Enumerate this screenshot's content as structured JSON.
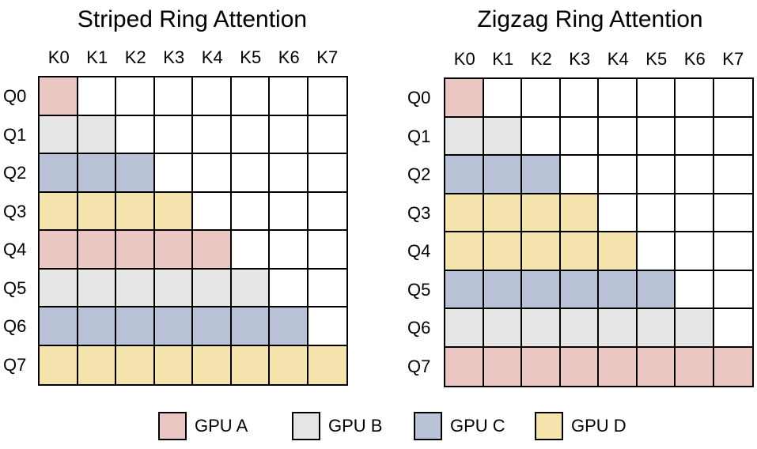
{
  "colors": {
    "A": "#ecc6c2",
    "B": "#e6e6e6",
    "C": "#b9c2d6",
    "D": "#f4e3ac",
    "empty": "#ffffff"
  },
  "panels": [
    {
      "title": "Striped Ring Attention",
      "columns": [
        "K0",
        "K1",
        "K2",
        "K3",
        "K4",
        "K5",
        "K6",
        "K7"
      ],
      "rows": [
        {
          "label": "Q0",
          "gpu": "A"
        },
        {
          "label": "Q1",
          "gpu": "B"
        },
        {
          "label": "Q2",
          "gpu": "C"
        },
        {
          "label": "Q3",
          "gpu": "D"
        },
        {
          "label": "Q4",
          "gpu": "A"
        },
        {
          "label": "Q5",
          "gpu": "B"
        },
        {
          "label": "Q6",
          "gpu": "C"
        },
        {
          "label": "Q7",
          "gpu": "D"
        }
      ]
    },
    {
      "title": "Zigzag Ring Attention",
      "columns": [
        "K0",
        "K1",
        "K2",
        "K3",
        "K4",
        "K5",
        "K6",
        "K7"
      ],
      "rows": [
        {
          "label": "Q0",
          "gpu": "A"
        },
        {
          "label": "Q1",
          "gpu": "B"
        },
        {
          "label": "Q2",
          "gpu": "C"
        },
        {
          "label": "Q3",
          "gpu": "D"
        },
        {
          "label": "Q4",
          "gpu": "D"
        },
        {
          "label": "Q5",
          "gpu": "C"
        },
        {
          "label": "Q6",
          "gpu": "B"
        },
        {
          "label": "Q7",
          "gpu": "A"
        }
      ]
    }
  ],
  "legend": [
    {
      "gpu": "A",
      "label": "GPU A"
    },
    {
      "gpu": "B",
      "label": "GPU B"
    },
    {
      "gpu": "C",
      "label": "GPU C"
    },
    {
      "gpu": "D",
      "label": "GPU D"
    }
  ]
}
